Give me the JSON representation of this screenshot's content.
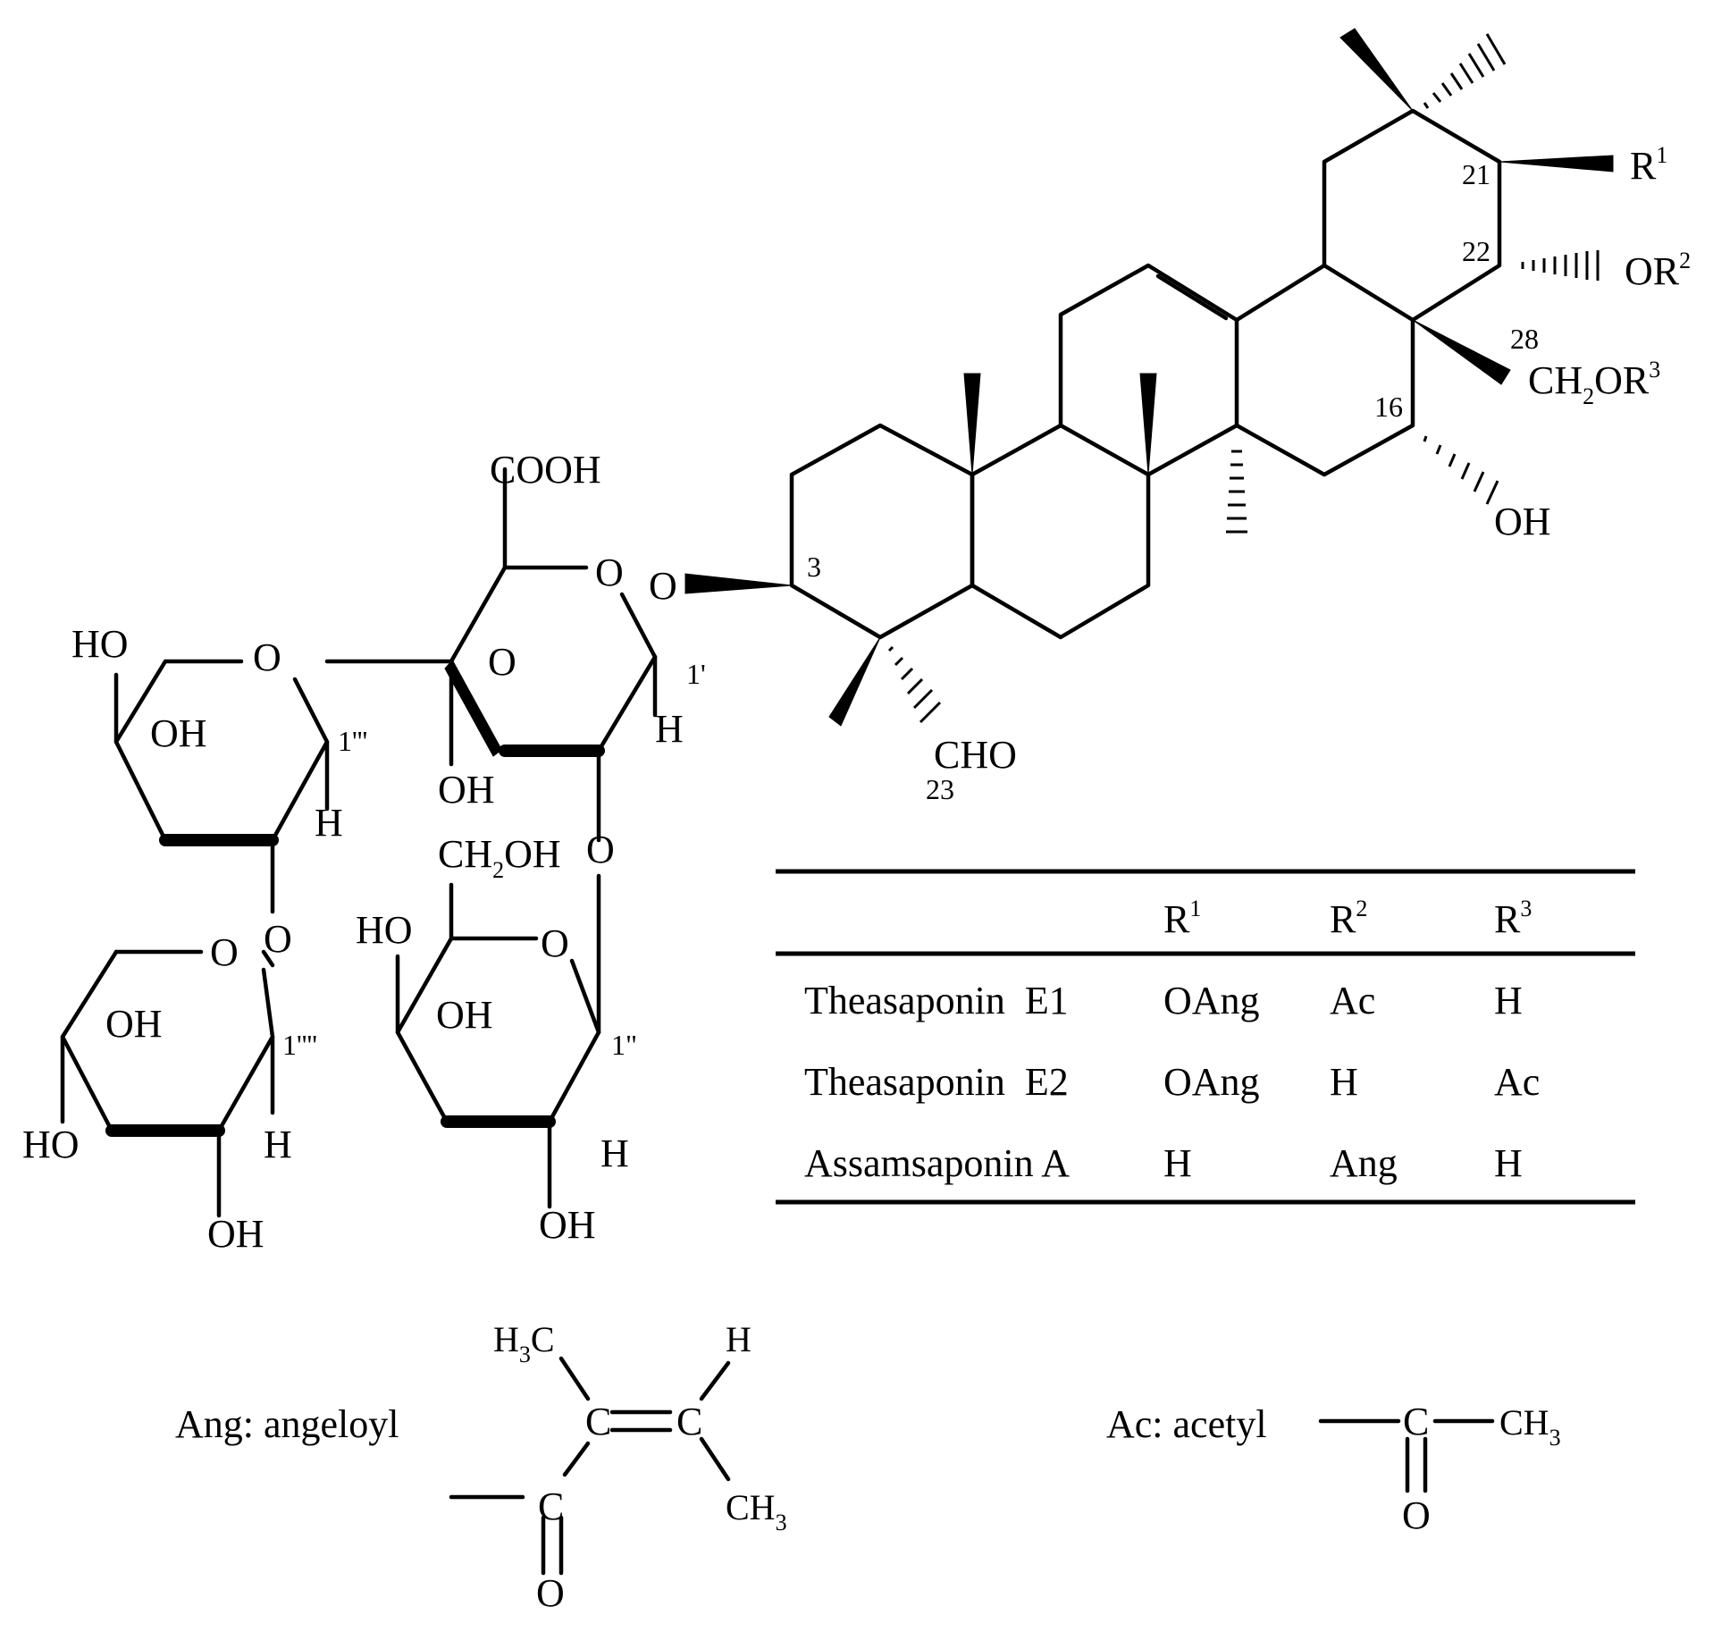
{
  "structure": {
    "atoms": {
      "cooh": "COOH",
      "ring_o": "O",
      "oh": "OH",
      "ho": "HO",
      "h": "H",
      "cho": "CHO",
      "ch2oh_ch2": "CH",
      "ch2oh_sub": "2",
      "ch2oh_oh": "OH",
      "ch2or3_ch2": "CH",
      "ch2or3_sub": "2",
      "ch2or3_or": "OR",
      "ch2or3_sup": "3",
      "r1": "R",
      "r1_sup": "1",
      "or2": "OR",
      "or2_sup": "2"
    },
    "locants": {
      "c3": "3",
      "c16": "16",
      "c21": "21",
      "c22": "22",
      "c23": "23",
      "c28": "28",
      "c1p": "1'",
      "c1pp": "1\"",
      "c1ppp": "1'''",
      "c1pppp": "1''''"
    }
  },
  "table": {
    "header": [
      {
        "base": "R",
        "sup": "1"
      },
      {
        "base": "R",
        "sup": "2"
      },
      {
        "base": "R",
        "sup": "3"
      }
    ],
    "rows": [
      {
        "name": "Theasaponin  E1",
        "r1": "OAng",
        "r2": "Ac",
        "r3": "H"
      },
      {
        "name": "Theasaponin  E2",
        "r1": "OAng",
        "r2": "H",
        "r3": "Ac"
      },
      {
        "name": "Assamsaponin A",
        "r1": "H",
        "r2": "Ang",
        "r3": "H"
      }
    ]
  },
  "legend": {
    "ang_label": "Ang: angeloyl",
    "ac_label": "Ac: acetyl",
    "ang": {
      "h3c_h": "H",
      "h3c_sub": "3",
      "h3c_c": "C",
      "c": "C",
      "h": "H",
      "ch3_ch": "CH",
      "ch3_sub": "3",
      "o": "O"
    },
    "ac": {
      "c": "C",
      "ch3_ch": "CH",
      "ch3_sub": "3",
      "o": "O"
    }
  }
}
